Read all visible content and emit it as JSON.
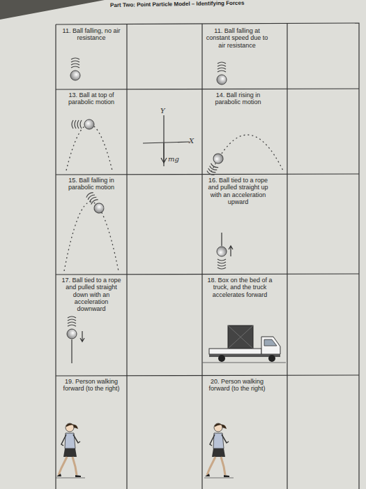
{
  "diagram": {
    "title": "Part Two: Point Particle Model – Identifying Forces",
    "nodes": [
      {
        "text": [
          "11. Ball falling, no air resistance"
        ]
      },
      {
        "text": [
          "11. Ball falling at constant speed due to air resistance"
        ]
      },
      {
        "text": [
          "13. Ball at top of parabolic motion"
        ]
      },
      {
        "text": [
          "14. Ball rising in parabolic motion"
        ]
      },
      {
        "text": [
          "15. Ball falling in parabolic motion"
        ]
      },
      {
        "text": [
          "16. Ball tied to a rope and pulled straight up with an acceleration upward"
        ]
      },
      {
        "text": [
          "17. Ball tied to a rope and pulled straight down with an acceleration downward"
        ]
      },
      {
        "text": [
          "18. Box on the bed of a truck, and the truck accelerates forward"
        ]
      },
      {
        "text": [
          "19. Person walking forward (to the right)"
        ]
      },
      {
        "text": [
          "20. Person walking forward (to the right)"
        ]
      }
    ],
    "labels": [
      "Y",
      "X",
      "mg"
    ]
  }
}
